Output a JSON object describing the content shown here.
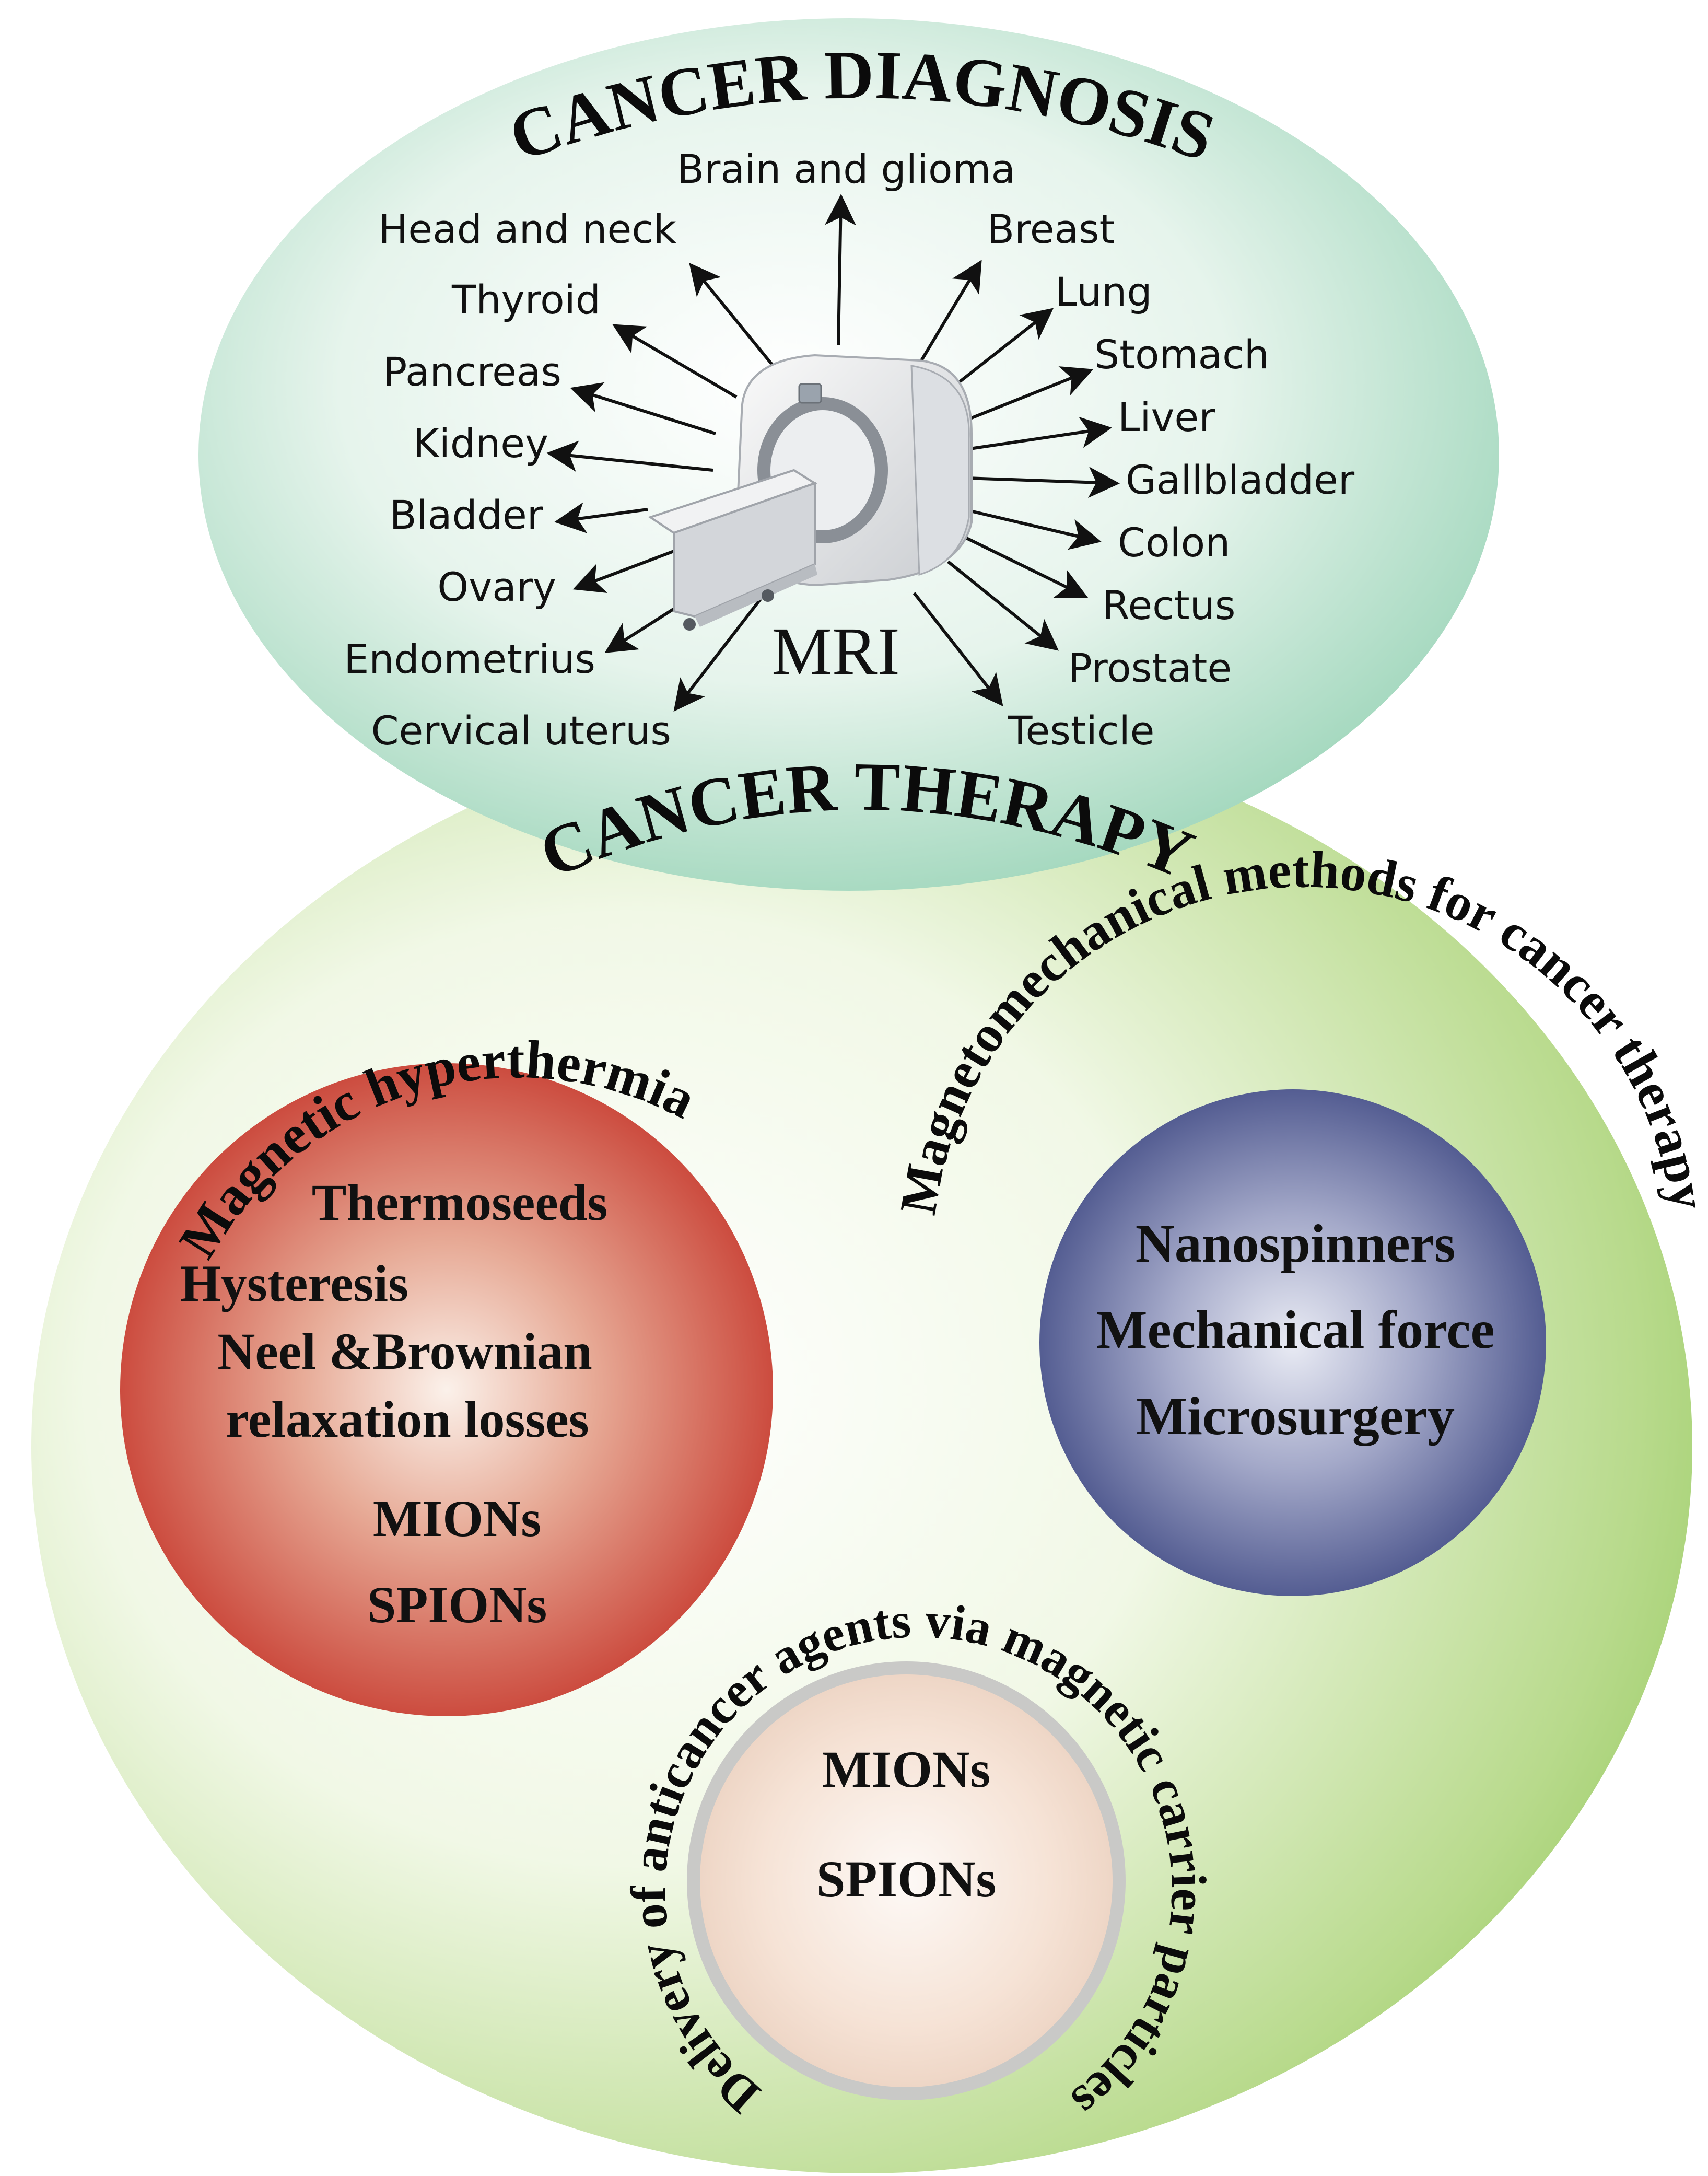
{
  "diagnosis": {
    "title": "CANCER DIAGNOSIS",
    "device_label": "MRI",
    "organs_left": [
      "Head and neck",
      "Thyroid",
      "Pancreas",
      "Kidney",
      "Bladder",
      "Ovary",
      "Endometrius",
      "Cervical uterus"
    ],
    "organ_top": "Brain and glioma",
    "organs_right": [
      "Breast",
      "Lung",
      "Stomach",
      "Liver",
      "Gallbladder",
      "Colon",
      "Rectus",
      "Prostate",
      "Testicle"
    ]
  },
  "therapy": {
    "title": "CANCER THERAPY",
    "hyperthermia": {
      "title": "Magnetic hyperthermia",
      "items": [
        "Thermoseeds",
        "Hysteresis",
        "Neel &Brownian",
        "relaxation losses",
        "MIONs",
        "SPIONs"
      ]
    },
    "magnetomechanical": {
      "title": "Magnetomechanical methods for cancer therapy",
      "items": [
        "Nanospinners",
        "Mechanical force",
        "Microsurgery"
      ]
    },
    "delivery": {
      "title": "Delivery of anticancer agents via magnetic carrier particles",
      "items": [
        "MIONs",
        "SPIONs"
      ]
    }
  },
  "colors": {
    "diagnosis_fill": "#aadcc4",
    "therapy_fill": "#8cc152",
    "hyperthermia_fill": "#cf5a4c",
    "magnetomechanical_fill": "#5a6294",
    "delivery_ring": "#c8c8c6"
  }
}
